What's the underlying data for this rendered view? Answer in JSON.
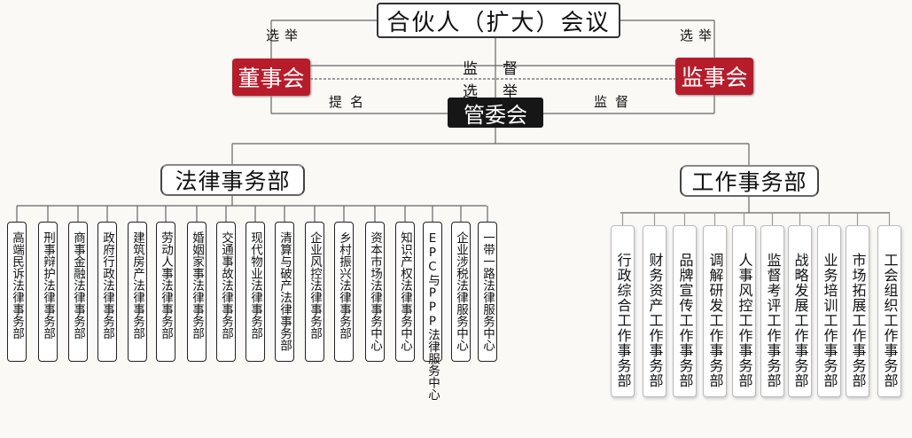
{
  "top_title": "合伙人（扩大）会议",
  "board": "董事会",
  "supervisory_board": "监事会",
  "management_committee": "管委会",
  "labels": {
    "elect_left": "选举",
    "elect_right": "选举",
    "supervise": "监督",
    "elect_center": "选举",
    "nominate": "提名",
    "supervise_right": "监督"
  },
  "legal_dept": {
    "title": "法律事务部",
    "items": [
      "高端民诉法律事务部",
      "刑事辩护法律事务部",
      "商事金融法律事务部",
      "政府行政法律事务部",
      "建筑房产法律事务部",
      "劳动人事法律事务部",
      "婚姻家事法律事务部",
      "交通事故法律事务部",
      "现代物业法律事务部",
      "清算与破产法律事务部",
      "企业风控法律事务部",
      "乡村振兴法律事务部",
      "资本市场法律事务中心",
      "知识产权法律事务中心",
      "EPC与PPP法律服务中心",
      "企业涉税法律服务中心",
      "一带一路法律服务中心"
    ]
  },
  "work_dept": {
    "title": "工作事务部",
    "items": [
      "行政综合工作事务部",
      "财务资产工作事务部",
      "品牌宣传工作事务部",
      "调解研发工作事务部",
      "人事风控工作事务部",
      "监督考评工作事务部",
      "战略发展工作事务部",
      "业务培训工作事务部",
      "市场拓展工作事务部",
      "工会组织工作事务部"
    ]
  }
}
